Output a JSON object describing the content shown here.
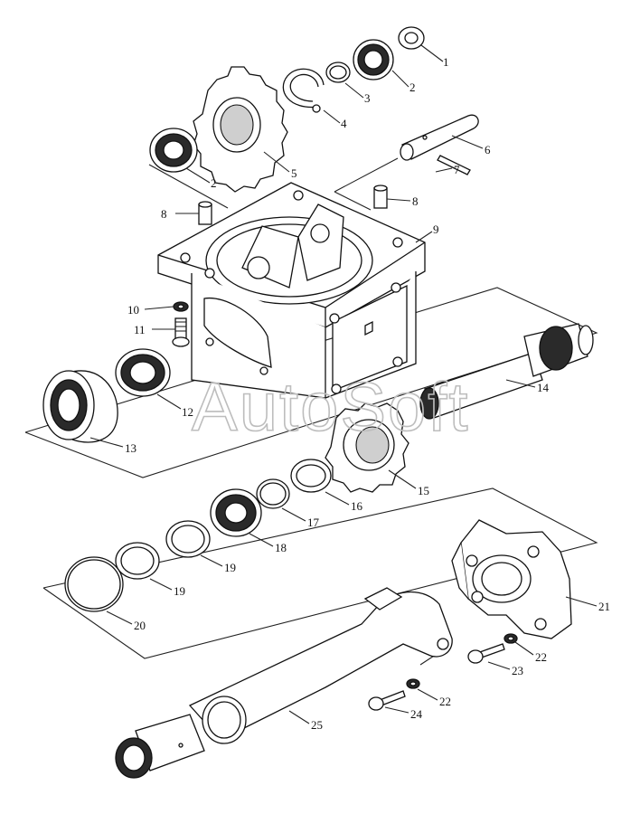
{
  "watermark": "AutoSoft",
  "callouts": {
    "c1": "1",
    "c2a": "2",
    "c3": "3",
    "c4": "4",
    "c5": "5",
    "c2b": "2",
    "c6": "6",
    "c7": "7",
    "c8a": "8",
    "c8b": "8",
    "c9": "9",
    "c10": "10",
    "c11": "11",
    "c12": "12",
    "c13": "13",
    "c14": "14",
    "c15": "15",
    "c16": "16",
    "c17": "17",
    "c18": "18",
    "c19a": "19",
    "c19b": "19",
    "c20": "20",
    "c21": "21",
    "c22a": "22",
    "c23": "23",
    "c22b": "22",
    "c24": "24",
    "c25": "25"
  }
}
